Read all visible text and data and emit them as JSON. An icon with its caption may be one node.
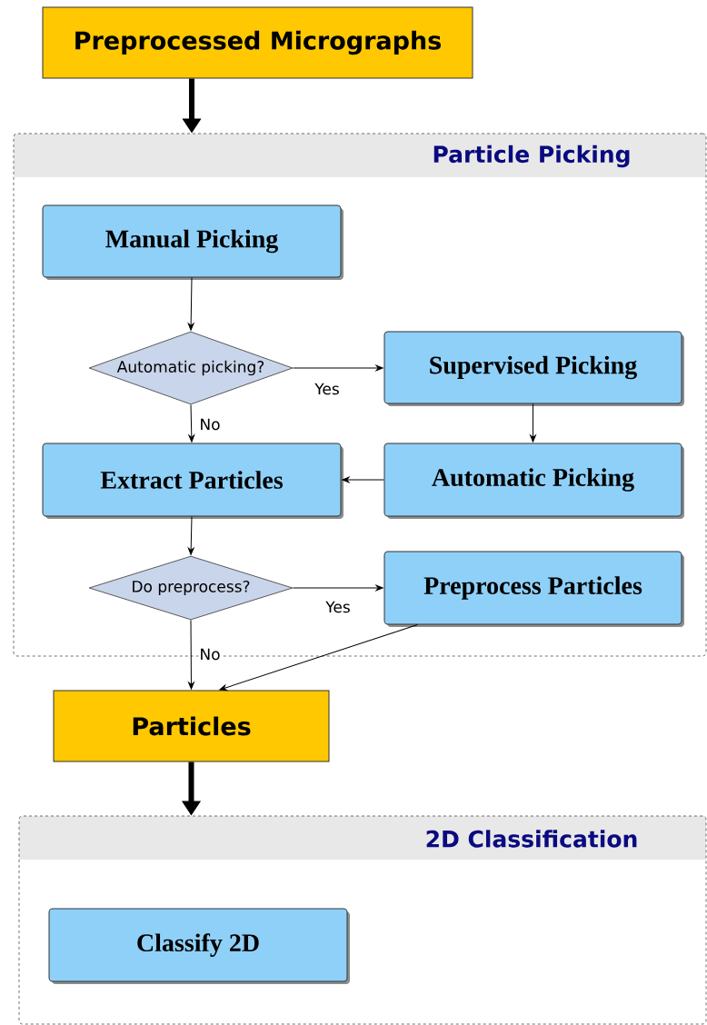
{
  "diagram": {
    "nodes": [
      {
        "text": [
          "Preprocessed Micrographs"
        ]
      },
      {
        "text": [
          "Particle Picking"
        ]
      },
      {
        "text": [
          "Manual Picking"
        ],
        "in": 1
      },
      {
        "text": [
          "Automatic picking?"
        ],
        "in": 1
      },
      {
        "text": [
          "Supervised Picking"
        ],
        "in": 1
      },
      {
        "text": [
          "Extract Particles"
        ],
        "in": 1
      },
      {
        "text": [
          "Automatic Picking"
        ],
        "in": 1
      },
      {
        "text": [
          "Do preprocess?"
        ],
        "in": 1
      },
      {
        "text": [
          "Preprocess Particles"
        ],
        "in": 1
      },
      {
        "text": [
          "Particles"
        ]
      },
      {
        "text": [
          "2D Classification"
        ]
      },
      {
        "text": [
          "Classify 2D"
        ],
        "in": 10
      }
    ],
    "edges": [
      {
        "from": 0,
        "to": 1,
        "arrow": "to",
        "style": "thick"
      },
      {
        "from": 2,
        "to": 3,
        "arrow": "to"
      },
      {
        "from": 3,
        "to": 4,
        "arrow": "to",
        "label": "Yes"
      },
      {
        "from": 3,
        "to": 5,
        "arrow": "to",
        "label": "No"
      },
      {
        "from": 4,
        "to": 6,
        "arrow": "to"
      },
      {
        "from": 6,
        "to": 5,
        "arrow": "to"
      },
      {
        "from": 5,
        "to": 7,
        "arrow": "to"
      },
      {
        "from": 7,
        "to": 8,
        "arrow": "to",
        "label": "Yes"
      },
      {
        "from": 7,
        "to": 9,
        "arrow": "to",
        "label": "No"
      },
      {
        "from": 8,
        "to": 9,
        "arrow": "to"
      },
      {
        "from": 9,
        "to": 10,
        "arrow": "to",
        "style": "thick"
      }
    ]
  }
}
